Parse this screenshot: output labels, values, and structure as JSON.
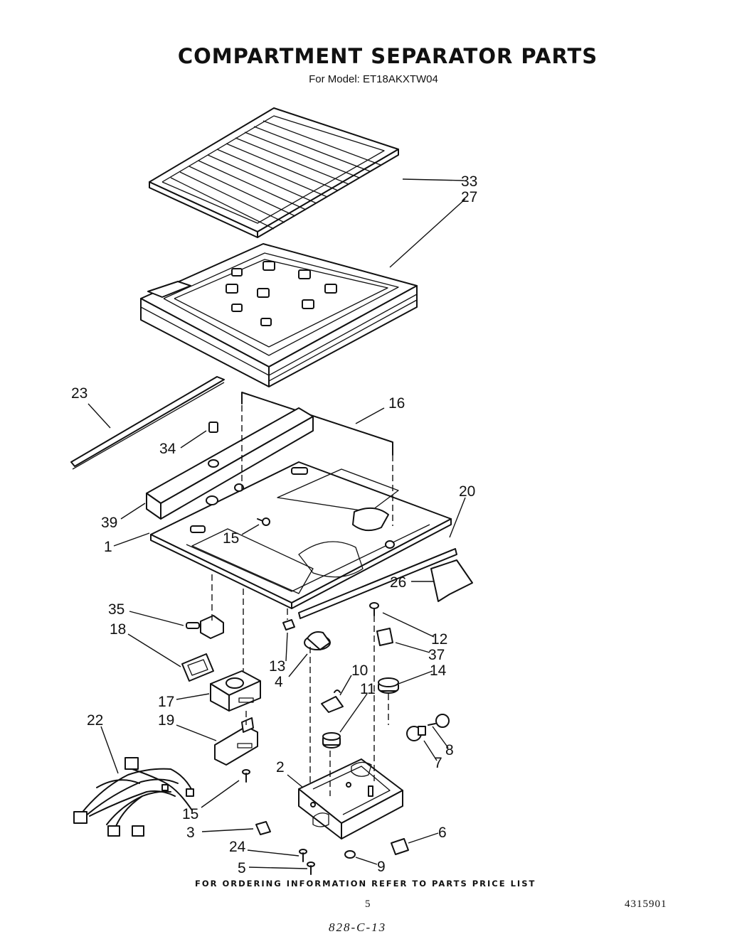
{
  "header": {
    "title": "COMPARTMENT SEPARATOR PARTS",
    "subtitle": "For Model: ET18AKXTW04"
  },
  "callouts": {
    "c1": "1",
    "c2": "2",
    "c3": "3",
    "c4": "4",
    "c5": "5",
    "c6": "6",
    "c7": "7",
    "c8": "8",
    "c9": "9",
    "c10": "10",
    "c11": "11",
    "c12": "12",
    "c13": "13",
    "c14": "14",
    "c15a": "15",
    "c15b": "15",
    "c16": "16",
    "c17": "17",
    "c18": "18",
    "c19": "19",
    "c20": "20",
    "c22": "22",
    "c23": "23",
    "c24": "24",
    "c26": "26",
    "c27": "27",
    "c33": "33",
    "c34": "34",
    "c35": "35",
    "c37": "37",
    "c39": "39"
  },
  "footer": {
    "ordering_note": "FOR ORDERING INFORMATION REFER TO PARTS PRICE LIST",
    "page_number": "5",
    "document_number": "4315901",
    "handwritten_note": "828-C-13"
  }
}
